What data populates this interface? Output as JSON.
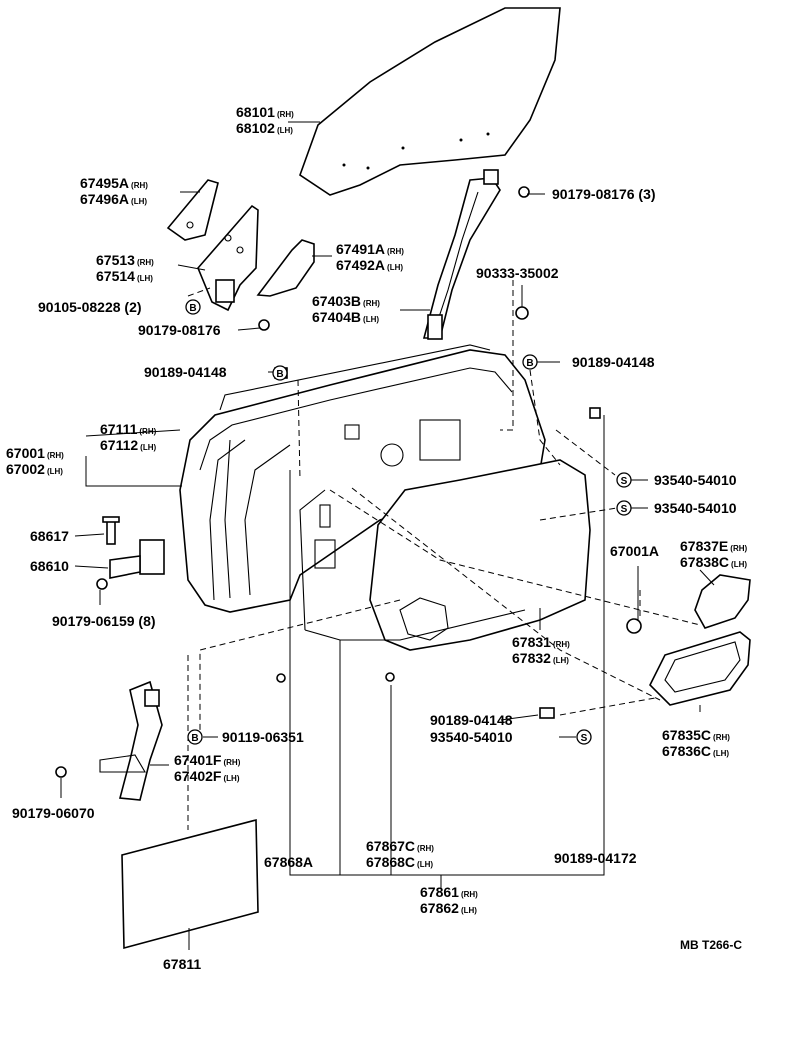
{
  "suffix": {
    "rh": "(RH)",
    "lh": "(LH)"
  },
  "symbols": {
    "bolt": "B",
    "screw": "S"
  },
  "parts": {
    "p68101": "68101",
    "p68102": "68102",
    "p67495a": "67495A",
    "p67496a": "67496A",
    "p90179_08176_3": "90179-08176 (3)",
    "p67491a": "67491A",
    "p67492a": "67492A",
    "p67513": "67513",
    "p67514": "67514",
    "p90105_08228": "90105-08228 (2)",
    "p90179_08176": "90179-08176",
    "p67403b": "67403B",
    "p67404b": "67404B",
    "p90333_35002": "90333-35002",
    "p90189_04148_a": "90189-04148",
    "p90189_04148_b": "90189-04148",
    "p67111": "67111",
    "p67112": "67112",
    "p67001": "67001",
    "p67002": "67002",
    "p93540_54010_a": "93540-54010",
    "p93540_54010_b": "93540-54010",
    "p68617": "68617",
    "p68610": "68610",
    "p90179_06159": "90179-06159 (8)",
    "p67001a": "67001A",
    "p67837e": "67837E",
    "p67838c": "67838C",
    "p67831": "67831",
    "p67832": "67832",
    "p90189_04148_c": "90189-04148",
    "p93540_54010_c": "93540-54010",
    "p90119_06351": "90119-06351",
    "p67401f": "67401F",
    "p67402f": "67402F",
    "p90179_06070": "90179-06070",
    "p67835c": "67835C",
    "p67836c": "67836C",
    "p67867c": "67867C",
    "p67868c": "67868C",
    "p67868a": "67868A",
    "p90189_04172": "90189-04172",
    "p67861": "67861",
    "p67862": "67862",
    "p67811": "67811"
  },
  "figure_code": "MB T266-C"
}
